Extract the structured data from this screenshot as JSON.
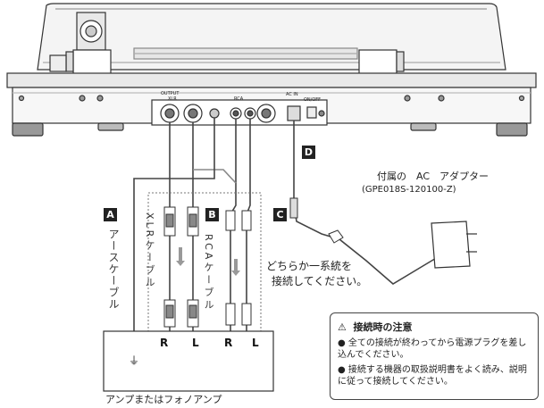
{
  "badges": {
    "a": "A",
    "b": "B",
    "c": "C",
    "d": "D"
  },
  "adapter": {
    "title": "付属の　AC　アダプター",
    "model": "(GPE018S-120100-Z)"
  },
  "labels": {
    "ground_cable": "アースケーブル",
    "xlr_cable": "XLRケーブル",
    "rca_cable": "RCAケーブル",
    "one_system": [
      "どちらか一系統を",
      "接続してください。"
    ],
    "amp": "アンプまたはフォノアンプ",
    "ground_symbol": "⏚"
  },
  "channels": [
    "R",
    "L",
    "R",
    "L"
  ],
  "panel_labels": [
    "OUTPUT",
    "XLR",
    "RCA",
    "AC IN",
    "ON/OFF"
  ],
  "note": {
    "icon": "⚠",
    "title": "接続時の注意",
    "items": [
      "全ての接続が終わってから電源プラグを差し込んでください。",
      "接続する機器の取扱説明書をよく読み、説明に従って接続してください。"
    ]
  }
}
